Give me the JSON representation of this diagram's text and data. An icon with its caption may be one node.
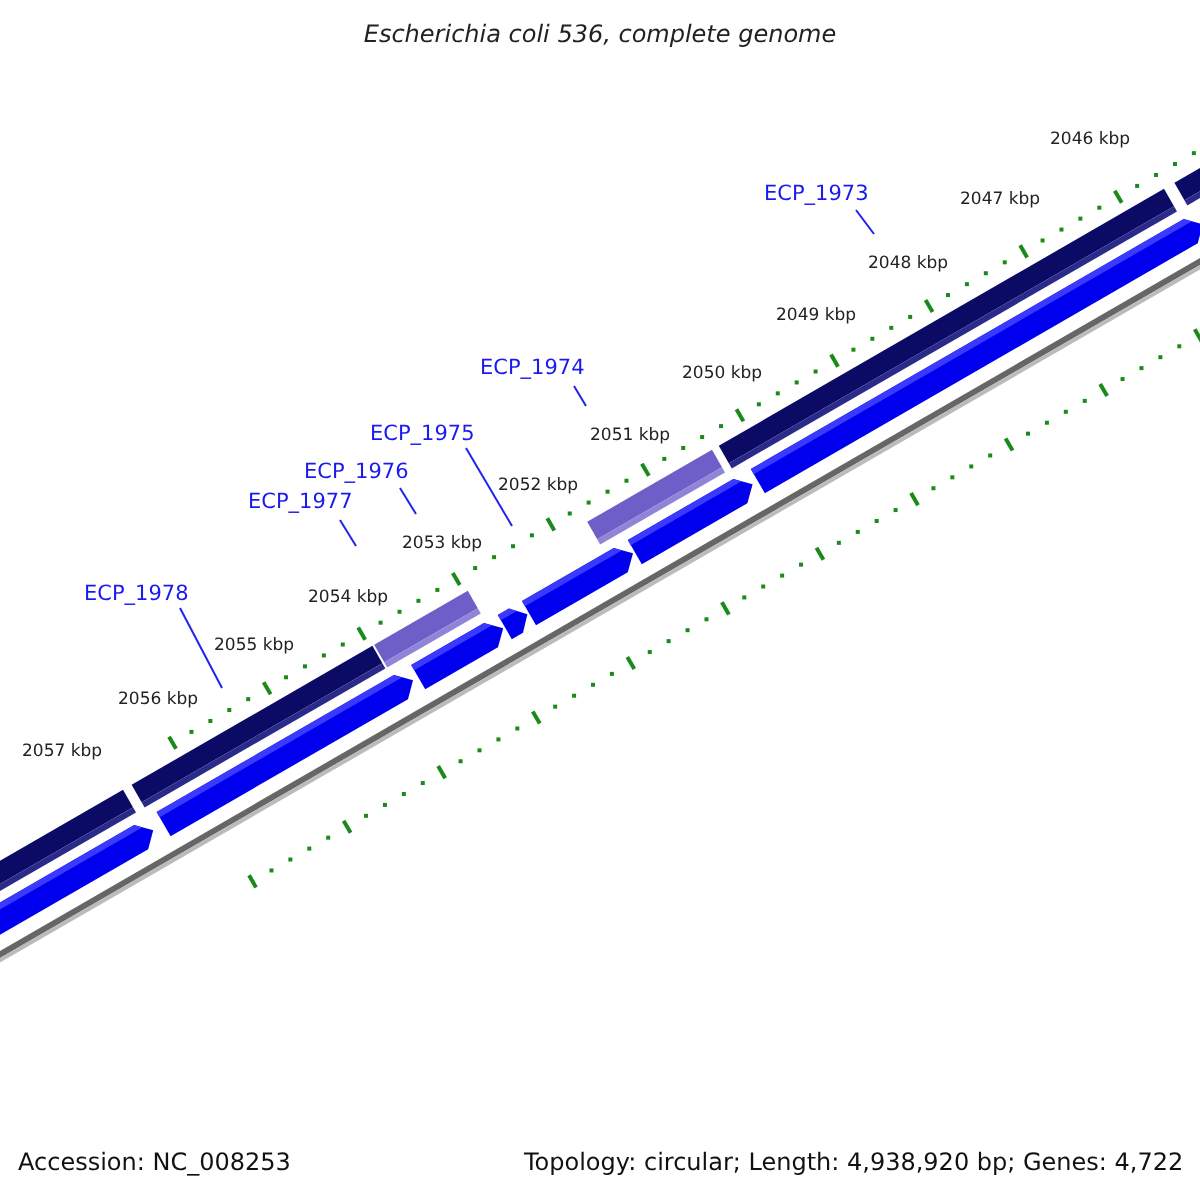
{
  "diagram": {
    "title": "Escherichia coli 536, complete genome",
    "nodes": [
      {
        "text": [
          "ECP_1973"
        ]
      },
      {
        "text": [
          "ECP_1974"
        ]
      },
      {
        "text": [
          "ECP_1975"
        ]
      },
      {
        "text": [
          "ECP_1976"
        ]
      },
      {
        "text": [
          "ECP_1977"
        ]
      },
      {
        "text": [
          "ECP_1978"
        ]
      }
    ],
    "edges": [
      {
        "from": 0,
        "to": null,
        "arrow": "none"
      },
      {
        "from": 1,
        "to": null,
        "arrow": "none"
      },
      {
        "from": 2,
        "to": null,
        "arrow": "none"
      },
      {
        "from": 3,
        "to": null,
        "arrow": "none"
      },
      {
        "from": 4,
        "to": null,
        "arrow": "none"
      },
      {
        "from": 5,
        "to": null,
        "arrow": "none"
      }
    ],
    "labels": [
      "2046 kbp",
      "2047 kbp",
      "2048 kbp",
      "2049 kbp",
      "2050 kbp",
      "2051 kbp",
      "2052 kbp",
      "2053 kbp",
      "2054 kbp",
      "2055 kbp",
      "2056 kbp",
      "2057 kbp",
      "Accession: NC_008253",
      "Topology: circular; Length: 4,938,920 bp; Genes: 4,722"
    ]
  }
}
